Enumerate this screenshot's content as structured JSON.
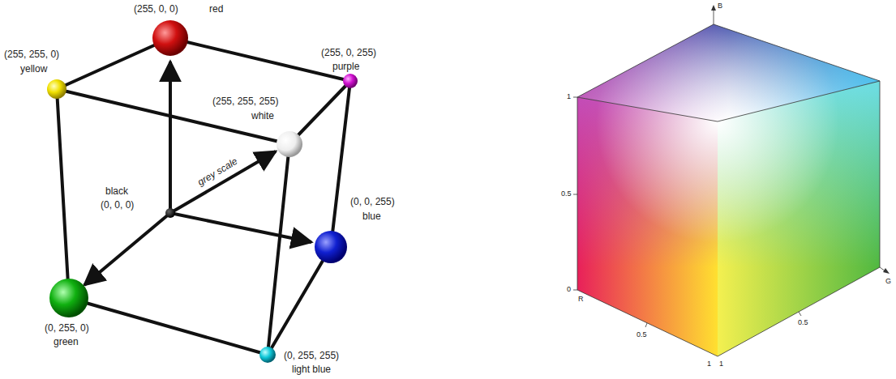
{
  "diagram": {
    "labels": [
      "(255, 0, 0)",
      "red",
      "(255, 255, 0)",
      "yellow",
      "(255, 0, 255)",
      "purple",
      "(255, 255, 255)",
      "white",
      "grey scale",
      "black",
      "(0, 0, 0)",
      "(0, 0, 255)",
      "blue",
      "(0, 255, 0)",
      "green",
      "(0, 255, 255)",
      "light blue",
      "B",
      "1",
      "0.5",
      "0",
      "R",
      "0.5",
      "1",
      "1",
      "0.5",
      "G"
    ]
  }
}
